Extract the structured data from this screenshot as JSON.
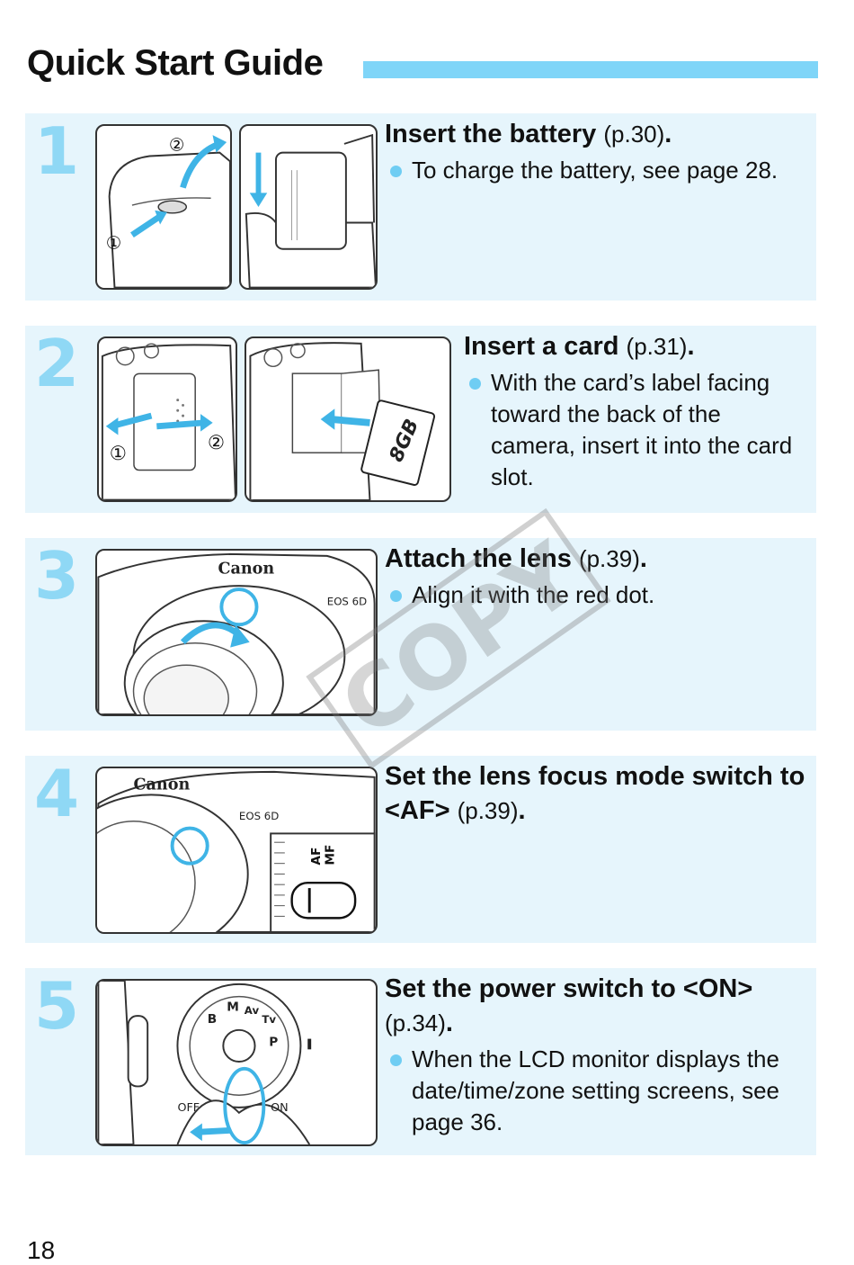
{
  "header": {
    "title": "Quick Start Guide"
  },
  "steps": [
    {
      "number": "1",
      "title": "Insert the battery",
      "ref": "(p.30)",
      "end": ".",
      "bullets": [
        "To charge the battery, see page 28."
      ],
      "callouts": [
        "②",
        "①"
      ]
    },
    {
      "number": "2",
      "title": "Insert a card",
      "ref": "(p.31)",
      "end": ".",
      "bullets": [
        "With the card’s label facing toward the back of the camera, insert it into the card slot."
      ],
      "callouts": [
        "①",
        "②"
      ],
      "card_label": "8GB"
    },
    {
      "number": "3",
      "title": "Attach the lens",
      "ref": "(p.39)",
      "end": ".",
      "bullets": [
        "Align it with the red dot."
      ],
      "camera_brand": "Canon",
      "model": "EOS 6D"
    },
    {
      "number": "4",
      "title": "Set the lens focus mode switch to <AF>",
      "ref": "(p.39)",
      "end": ".",
      "bullets": [],
      "camera_brand": "Canon",
      "model": "EOS 6D",
      "switch_labels": [
        "AF",
        "MF"
      ]
    },
    {
      "number": "5",
      "title": "Set the power switch to <ON>",
      "ref": "(p.34)",
      "end": ".",
      "bullets": [
        "When the LCD monitor displays the date/time/zone setting screens, see page 36."
      ],
      "switch_labels": [
        "OFF",
        "ON"
      ],
      "dial_labels": [
        "M",
        "Av",
        "Tv",
        "P",
        "B"
      ]
    }
  ],
  "watermark": "COPY",
  "footer": {
    "page_number": "18"
  },
  "colors": {
    "accent": "#7fd5f8",
    "panel": "#e6f5fc",
    "step_number": "#8fd8f5",
    "highlight": "#3fb4e6"
  }
}
